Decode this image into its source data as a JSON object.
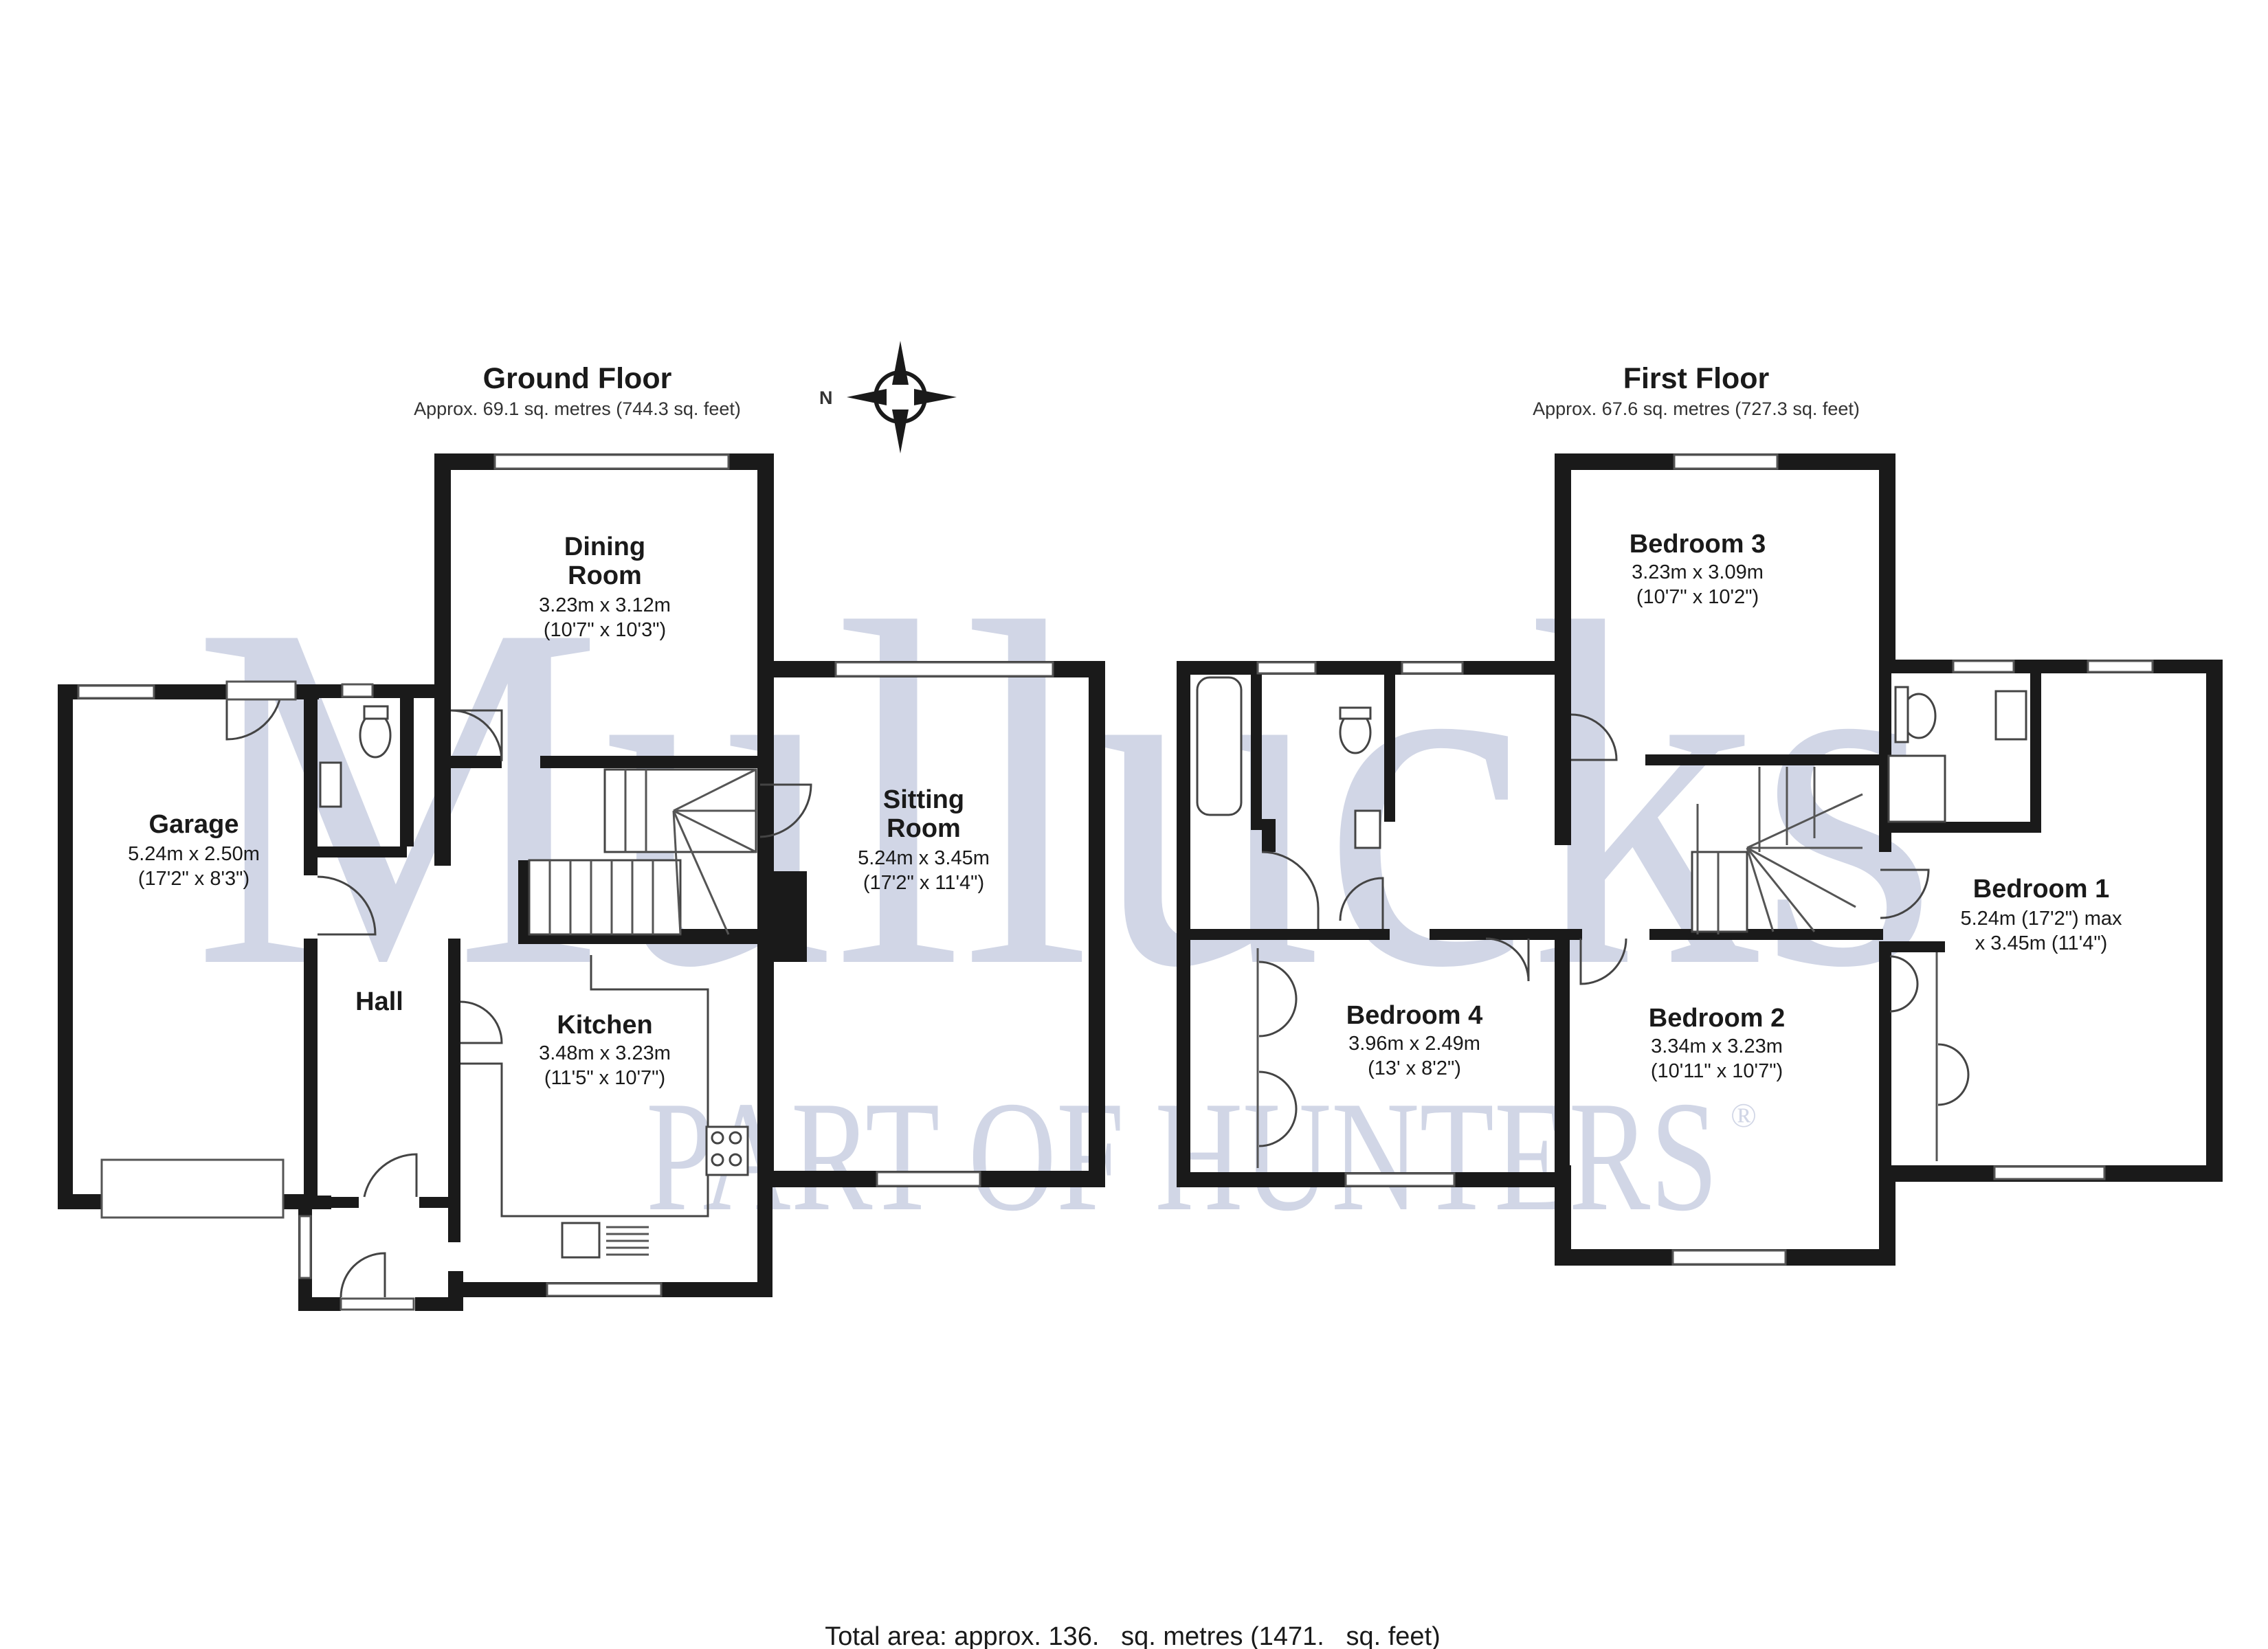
{
  "ground_floor": {
    "title": "Ground Floor",
    "area": "Approx. 69.1 sq. metres (744.3 sq. feet)"
  },
  "first_floor": {
    "title": "First Floor",
    "area": "Approx. 67.6 sq. metres (727.3 sq. feet)"
  },
  "compass": {
    "label": "N"
  },
  "rooms": {
    "dining": {
      "name1": "Dining",
      "name2": "Room",
      "dim1": "3.23m x 3.12m",
      "dim2": "(10'7\" x 10'3\")"
    },
    "garage": {
      "name1": "Garage",
      "dim1": "5.24m x 2.50m",
      "dim2": "(17'2\" x 8'3\")"
    },
    "sitting": {
      "name1": "Sitting",
      "name2": "Room",
      "dim1": "5.24m x 3.45m",
      "dim2": "(17'2\" x 11'4\")"
    },
    "hall": {
      "name1": "Hall"
    },
    "kitchen": {
      "name1": "Kitchen",
      "dim1": "3.48m x 3.23m",
      "dim2": "(11'5\" x 10'7\")"
    },
    "bedroom3": {
      "name1": "Bedroom 3",
      "dim1": "3.23m x 3.09m",
      "dim2": "(10'7\" x 10'2\")"
    },
    "bedroom1": {
      "name1": "Bedroom 1",
      "dim1": "5.24m (17'2\") max",
      "dim2": "x 3.45m (11'4\")"
    },
    "bedroom4": {
      "name1": "Bedroom 4",
      "dim1": "3.96m x 2.49m",
      "dim2": "(13' x 8'2\")"
    },
    "bedroom2": {
      "name1": "Bedroom 2",
      "dim1": "3.34m x 3.23m",
      "dim2": "(10'11\" x 10'7\")"
    }
  },
  "watermark": {
    "line1": "Mullucks",
    "line2": "PART OF HUNTERS",
    "mark": "®"
  },
  "total_area": "Total area: approx. 136.   sq. metres (1471.   sq. feet)",
  "colors": {
    "wall": "#1a1a1a",
    "watermark": "#9aa6c8"
  }
}
